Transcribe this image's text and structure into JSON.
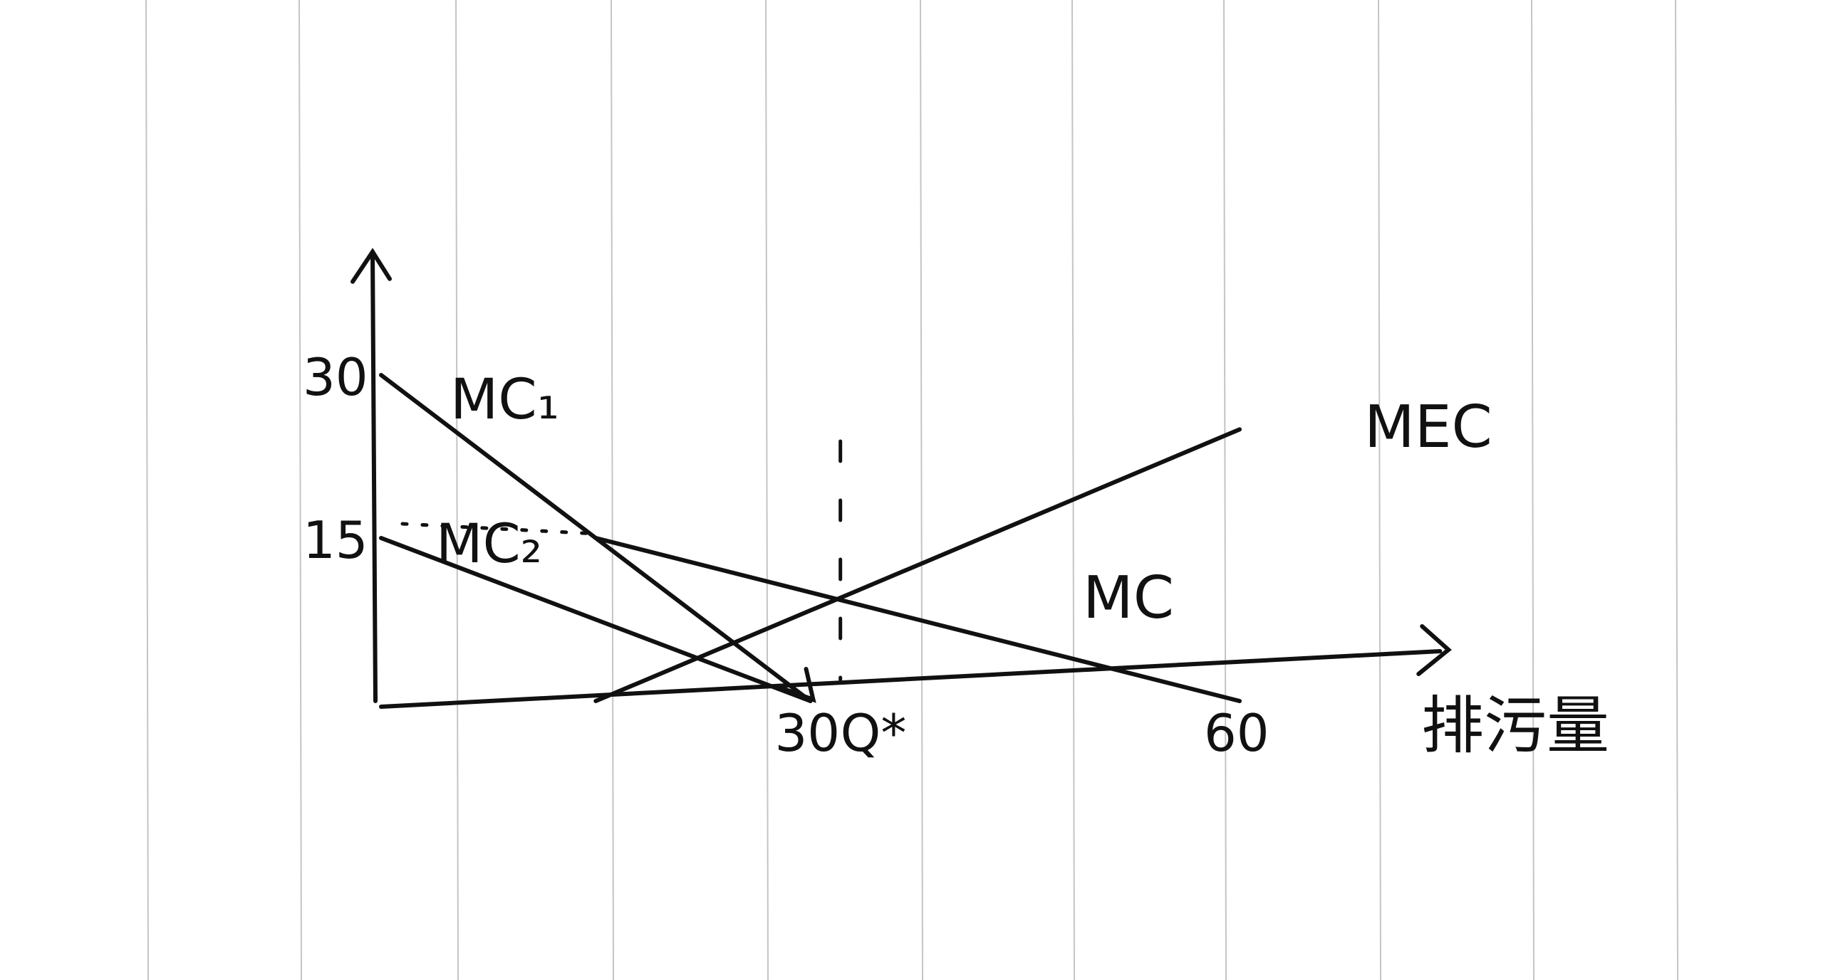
{
  "chart_data": {
    "type": "line",
    "title": "",
    "xlabel": "排污量",
    "ylabel": "",
    "xlim": [
      0,
      75
    ],
    "ylim": [
      0,
      42
    ],
    "x_ticks": [
      {
        "value": 30,
        "label": "30"
      },
      {
        "value": 60,
        "label": "60"
      }
    ],
    "y_ticks": [
      {
        "value": 30,
        "label": "30"
      },
      {
        "value": 15,
        "label": "15"
      }
    ],
    "series": [
      {
        "name": "MC₁",
        "points": [
          [
            0,
            30
          ],
          [
            30,
            0
          ]
        ]
      },
      {
        "name": "MC₂",
        "points": [
          [
            0,
            15
          ],
          [
            30,
            0
          ]
        ]
      },
      {
        "name": "MC",
        "points": [
          [
            15,
            15
          ],
          [
            60,
            0
          ]
        ]
      },
      {
        "name": "MEC",
        "points": [
          [
            15,
            0
          ],
          [
            60,
            25
          ]
        ]
      }
    ],
    "helper_lines": [
      {
        "kind": "horizontal-dotted",
        "points": [
          [
            0,
            15
          ],
          [
            15,
            15
          ]
        ]
      },
      {
        "kind": "vertical-dashed",
        "x": 32.1
      }
    ],
    "annotations": [
      {
        "text": "Q*",
        "x": 32.1
      }
    ],
    "ink_color": "#111111",
    "paper_line_color": "#c4c4c4",
    "grid": false
  }
}
